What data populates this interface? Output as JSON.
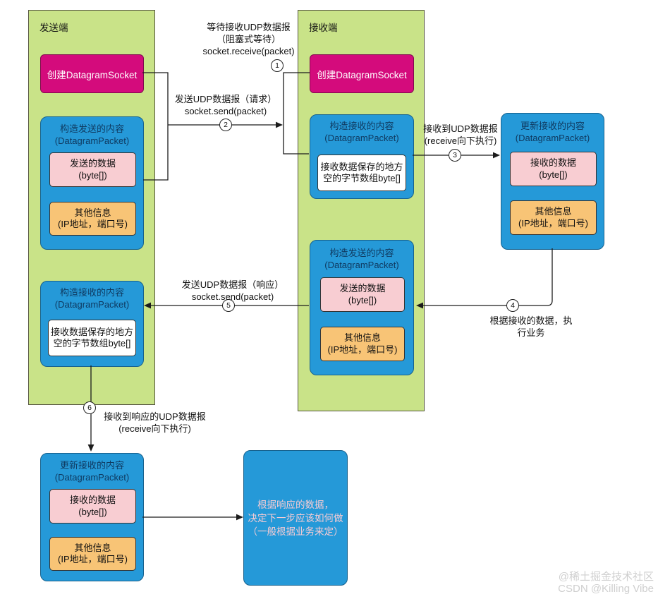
{
  "diagram": {
    "sender": {
      "title": "发送端",
      "create_socket_label": "创建DatagramSocket",
      "build_send": {
        "title": "构造发送的内容",
        "subtitle": "(DatagramPacket)",
        "data_line1": "发送的数据",
        "data_line2": "(byte[])",
        "other_line1": "其他信息",
        "other_line2": "(IP地址，端口号)"
      },
      "build_recv": {
        "title": "构造接收的内容",
        "subtitle": "(DatagramPacket)",
        "buffer_line1": "接收数据保存的地方",
        "buffer_line2": "空的字节数组byte[]"
      },
      "updated_recv": {
        "title": "更新接收的内容",
        "subtitle": "(DatagramPacket)",
        "data_line1": "接收的数据",
        "data_line2": "(byte[])",
        "other_line1": "其他信息",
        "other_line2": "(IP地址，端口号)"
      }
    },
    "receiver": {
      "title": "接收端",
      "create_socket_label": "创建DatagramSocket",
      "build_recv": {
        "title": "构造接收的内容",
        "subtitle": "(DatagramPacket)",
        "buffer_line1": "接收数据保存的地方",
        "buffer_line2": "空的字节数组byte[]"
      },
      "build_send": {
        "title": "构造发送的内容",
        "subtitle": "(DatagramPacket)",
        "data_line1": "发送的数据",
        "data_line2": "(byte[])",
        "other_line1": "其他信息",
        "other_line2": "(IP地址，端口号)"
      },
      "updated_recv": {
        "title": "更新接收的内容",
        "subtitle": "(DatagramPacket)",
        "data_line1": "接收的数据",
        "data_line2": "(byte[])",
        "other_line1": "其他信息",
        "other_line2": "(IP地址，端口号)"
      }
    },
    "business_box": {
      "line1": "根据响应的数据，",
      "line2": "决定下一步应该如何做",
      "line3": "（一般根据业务来定）"
    },
    "steps": {
      "s1": {
        "num": "1",
        "line1": "等待接收UDP数据报",
        "line2": "（阻塞式等待）",
        "line3": "socket.receive(packet)"
      },
      "s2": {
        "num": "2",
        "line1": "发送UDP数据报（请求）",
        "line2": "socket.send(packet)"
      },
      "s3": {
        "num": "3",
        "line1": "接收到UDP数据报",
        "line2": "(receive向下执行)"
      },
      "s4": {
        "num": "4",
        "line1": "根据接收的数据，执",
        "line2": "行业务"
      },
      "s5": {
        "num": "5",
        "line1": "发送UDP数据报（响应）",
        "line2": "socket.send(packet)"
      },
      "s6": {
        "num": "6",
        "line1": "接收到响应的UDP数据报",
        "line2": "(receive向下执行)"
      }
    },
    "watermark": {
      "line1": "@稀土掘金技术社区",
      "line2": "CSDN @Killing Vibe"
    },
    "colors": {
      "panel": "#c9e388",
      "socket": "#d40b7c",
      "packet": "#2599d8",
      "data": "#f8cdd2",
      "other": "#f8c476"
    }
  }
}
